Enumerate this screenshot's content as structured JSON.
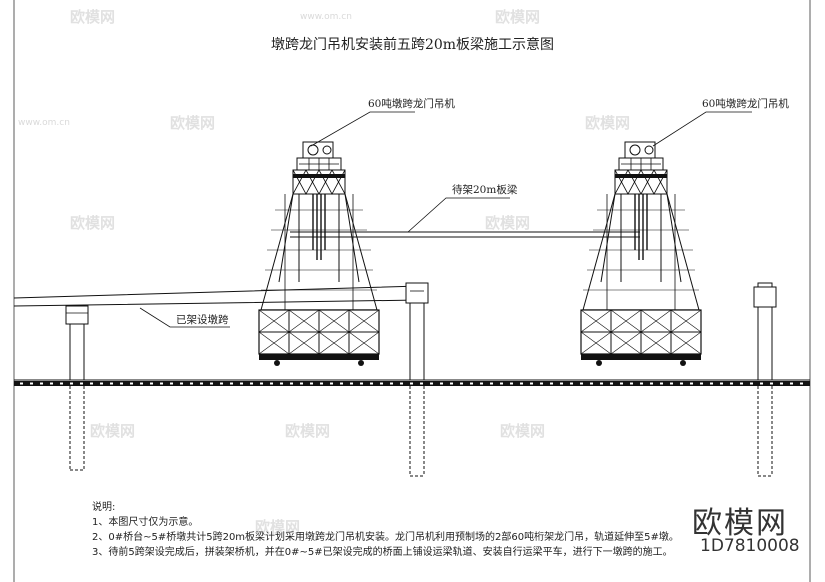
{
  "title": "墩跨龙门吊机安装前五跨20m板梁施工示意图",
  "labels": {
    "crane_left": "60吨墩跨龙门吊机",
    "crane_right": "60吨墩跨龙门吊机",
    "beam_pending": "待架20m板梁",
    "pier_built": "已架设墩跨"
  },
  "notes": {
    "heading": "说明:",
    "items": [
      "1、本图尺寸仅为示意。",
      "2、0#桥台~5#桥墩共计5跨20m板梁计划采用墩跨龙门吊机安装。龙门吊机利用预制场的2部60吨桁架龙门吊，轨道延伸至5#墩。",
      "3、待前5跨架设完成后，拼装架桥机，并在0#~5#已架设完成的桥面上铺设运梁轨道、安装自行运梁平车，进行下一墩跨的施工。"
    ]
  },
  "brand": {
    "name": "欧模网",
    "id": "1D7810008"
  },
  "watermark": {
    "text": "欧模网",
    "url": "www.om.cn"
  }
}
